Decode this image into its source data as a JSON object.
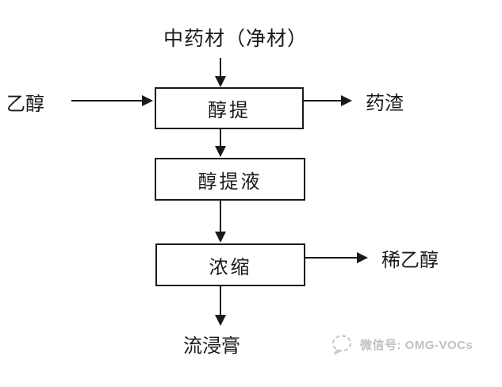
{
  "flowchart": {
    "source_label": "中药材（净材）",
    "input_label": "乙醇",
    "boxes": [
      {
        "id": "extract",
        "label": "醇提"
      },
      {
        "id": "extract-liquid",
        "label": "醇提液"
      },
      {
        "id": "concentrate",
        "label": "浓缩"
      }
    ],
    "outputs": {
      "residue": "药渣",
      "dilute_ethanol": "稀乙醇",
      "fluid_extract": "流浸膏"
    },
    "colors": {
      "line": "#1a1a1a",
      "box_border": "#1a1a1a",
      "text": "#1a1a1a",
      "background": "#ffffff"
    }
  },
  "watermark": {
    "icon": "wechat-icon",
    "label": "微信号: OMG-VOCs",
    "color": "#c3c0bc"
  }
}
